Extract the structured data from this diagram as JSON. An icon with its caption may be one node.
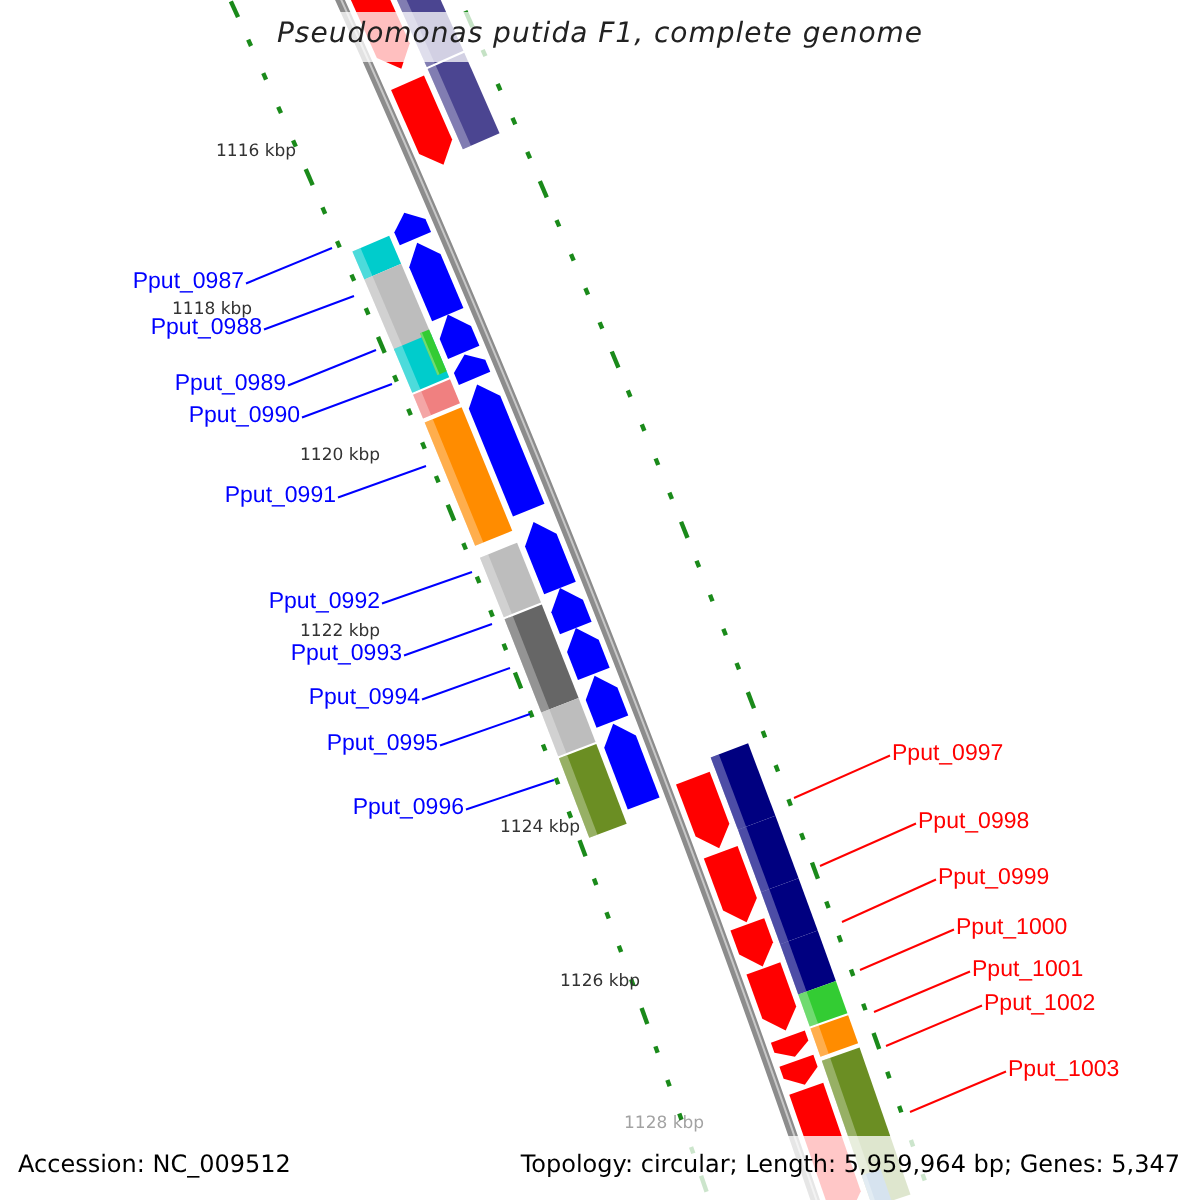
{
  "diagram": {
    "title": "Pseudomonas putida F1, complete genome",
    "nodes": [
      {
        "text": [
          "Pput_0987"
        ]
      },
      {
        "text": [
          "Pput_0988"
        ]
      },
      {
        "text": [
          "Pput_0989"
        ]
      },
      {
        "text": [
          "Pput_0990"
        ]
      },
      {
        "text": [
          "Pput_0991"
        ]
      },
      {
        "text": [
          "Pput_0992"
        ]
      },
      {
        "text": [
          "Pput_0993"
        ]
      },
      {
        "text": [
          "Pput_0994"
        ]
      },
      {
        "text": [
          "Pput_0995"
        ]
      },
      {
        "text": [
          "Pput_0996"
        ]
      },
      {
        "text": [
          "Pput_0997"
        ]
      },
      {
        "text": [
          "Pput_0998"
        ]
      },
      {
        "text": [
          "Pput_0999"
        ]
      },
      {
        "text": [
          "Pput_1000"
        ]
      },
      {
        "text": [
          "Pput_1001"
        ]
      },
      {
        "text": [
          "Pput_1002"
        ]
      },
      {
        "text": [
          "Pput_1003"
        ]
      }
    ],
    "edges": [
      {
        "from": 0,
        "to": null,
        "arrow": "none"
      },
      {
        "from": 1,
        "to": null,
        "arrow": "none"
      },
      {
        "from": 2,
        "to": null,
        "arrow": "none"
      },
      {
        "from": 3,
        "to": null,
        "arrow": "none"
      },
      {
        "from": 4,
        "to": null,
        "arrow": "none"
      },
      {
        "from": 5,
        "to": null,
        "arrow": "none"
      },
      {
        "from": 6,
        "to": null,
        "arrow": "none"
      },
      {
        "from": 7,
        "to": null,
        "arrow": "none"
      },
      {
        "from": 8,
        "to": null,
        "arrow": "none"
      },
      {
        "from": 9,
        "to": null,
        "arrow": "none"
      },
      {
        "from": 10,
        "to": null,
        "arrow": "none",
        "color": "#ff0000"
      },
      {
        "from": 11,
        "to": null,
        "arrow": "none",
        "color": "#ff0000"
      },
      {
        "from": 12,
        "to": null,
        "arrow": "none",
        "color": "#ff0000"
      },
      {
        "from": 13,
        "to": null,
        "arrow": "none",
        "color": "#ff0000"
      },
      {
        "from": 14,
        "to": null,
        "arrow": "none",
        "color": "#ff0000"
      },
      {
        "from": 15,
        "to": null,
        "arrow": "none",
        "color": "#ff0000"
      },
      {
        "from": 16,
        "to": null,
        "arrow": "none",
        "color": "#ff0000"
      }
    ],
    "labels": [
      "1116 kbp",
      "1118 kbp",
      "1120 kbp",
      "1122 kbp",
      "1124 kbp",
      "1126 kbp",
      "1128 kbp",
      "Accession: NC_009512",
      "Topology: circular; Length: 5,959,964 bp; Genes: 5,347"
    ]
  }
}
